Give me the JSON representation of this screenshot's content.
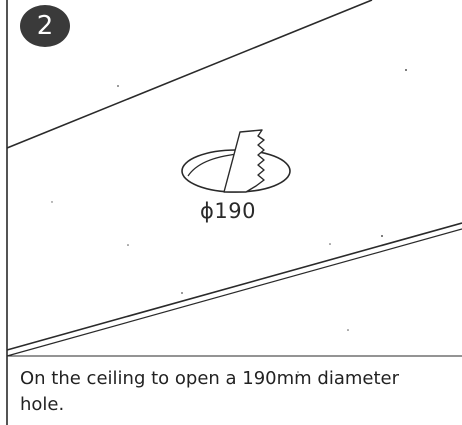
{
  "step": {
    "number": "2"
  },
  "diagram": {
    "hole_label": "ϕ190"
  },
  "instruction": {
    "text": "On the ceiling to open a 190mm diameter hole."
  },
  "colors": {
    "line": "#2a2a2a",
    "badge": "#3a3a3a",
    "background": "#ffffff"
  },
  "icons": {
    "saw": "keyhole-saw-icon"
  }
}
